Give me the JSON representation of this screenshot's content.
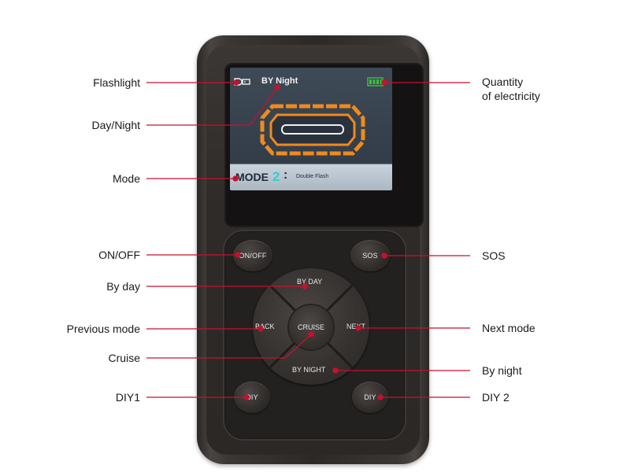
{
  "callouts": {
    "flashlight": "Flashlight",
    "day_night": "Day/Night",
    "mode": "Mode",
    "on_off": "ON/OFF",
    "by_day": "By day",
    "previous_mode": "Previous mode",
    "cruise": "Cruise",
    "diy1": "DIY1",
    "quantity_line1": "Quantity",
    "quantity_line2": "of electricity",
    "sos": "SOS",
    "next_mode": "Next mode",
    "by_night": "By night",
    "diy2": "DIY 2"
  },
  "screen": {
    "day_night_status": "BY Night",
    "mode_label": "MODE",
    "mode_number": "2",
    "mode_separator": ":",
    "mode_name": "Double Flash",
    "flashlight_icon": "flashlight-icon",
    "battery_icon": "battery-icon",
    "lightbar_icon": "light-bar-icon"
  },
  "buttons": {
    "on_off": "ON/OFF",
    "sos": "SOS",
    "by_day": "BY DAY",
    "back": "BACK",
    "cruise": "CRUISE",
    "next": "NEXT",
    "by_night": "BY NIGHT",
    "diy_left": "DIY",
    "diy_right": "DIY"
  },
  "colors": {
    "callout_line": "#c8102e",
    "screen_accent": "#2fd0c6",
    "lightbar_orange": "#f08a1c",
    "battery_green": "#39c43a"
  }
}
